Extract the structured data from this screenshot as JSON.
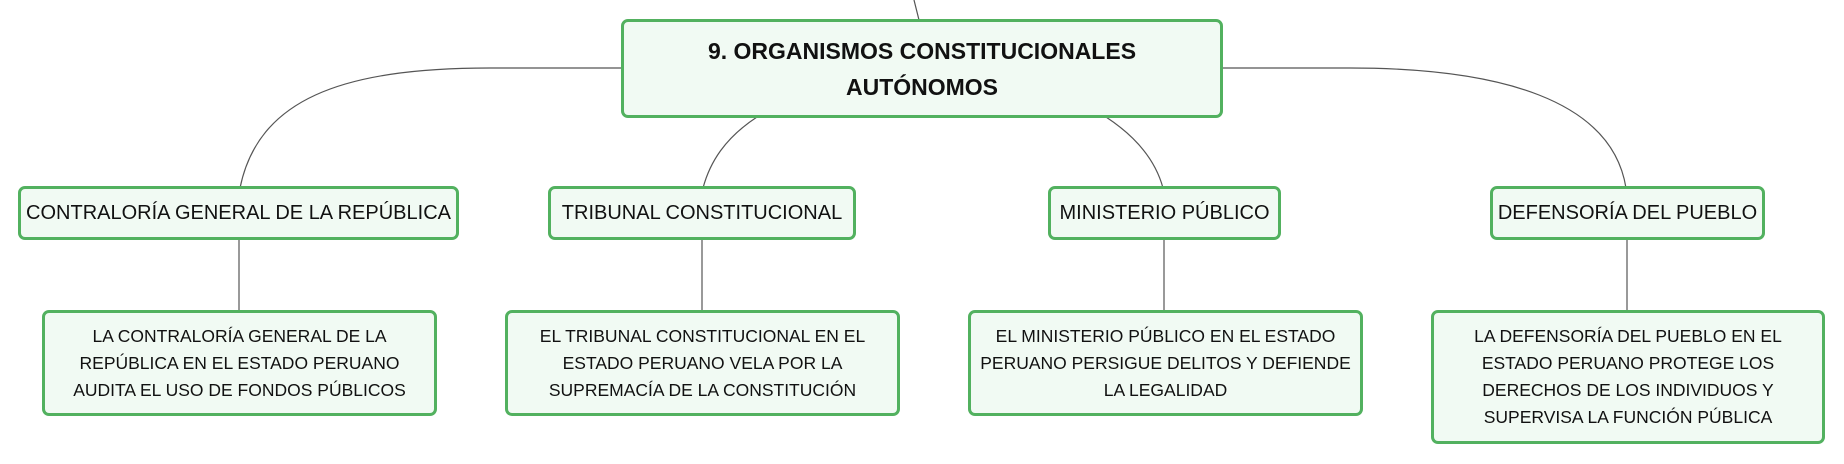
{
  "diagram": {
    "root": {
      "label": "9. ORGANISMOS CONSTITUCIONALES AUTÓNOMOS"
    },
    "branches": [
      {
        "label": "CONTRALORÍA GENERAL DE LA REPÚBLICA",
        "description": "LA CONTRALORÍA GENERAL DE LA REPÚBLICA EN EL ESTADO PERUANO AUDITA EL USO DE FONDOS PÚBLICOS"
      },
      {
        "label": "TRIBUNAL CONSTITUCIONAL",
        "description": "EL TRIBUNAL CONSTITUCIONAL EN EL ESTADO PERUANO VELA POR LA SUPREMACÍA DE LA CONSTITUCIÓN"
      },
      {
        "label": "MINISTERIO PÚBLICO",
        "description": "EL MINISTERIO PÚBLICO EN EL ESTADO PERUANO PERSIGUE DELITOS Y DEFIENDE LA LEGALIDAD"
      },
      {
        "label": "DEFENSORÍA DEL PUEBLO",
        "description": "LA DEFENSORÍA DEL PUEBLO EN EL ESTADO PERUANO PROTEGE LOS DERECHOS DE LOS INDIVIDUOS Y SUPERVISA LA FUNCIÓN PÚBLICA"
      }
    ],
    "colors": {
      "node_border": "#52b15f",
      "node_fill": "#f1faf3",
      "connector": "#555555",
      "text": "#111111"
    }
  }
}
